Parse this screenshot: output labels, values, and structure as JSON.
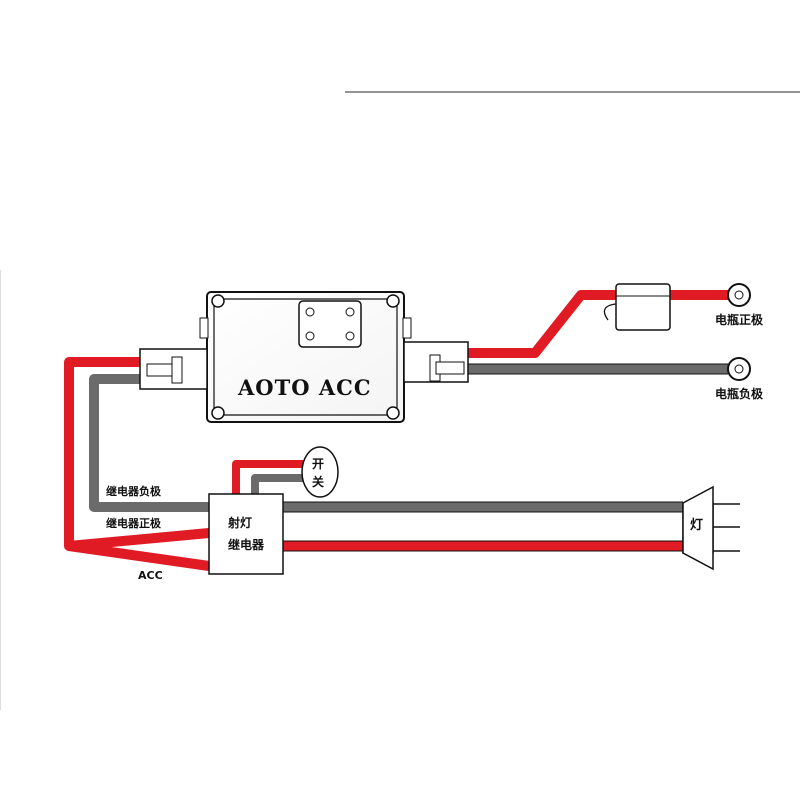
{
  "controller": {
    "label": "AOTO ACC"
  },
  "battery": {
    "positive_label": "电瓶正极",
    "negative_label": "电瓶负极"
  },
  "relay": {
    "line1": "射灯",
    "line2": "继电器"
  },
  "switch": {
    "line1": "开",
    "line2": "关"
  },
  "wires": {
    "relay_negative_label": "继电器负极",
    "relay_positive_label": "继电器正极",
    "acc_label": "ACC"
  },
  "lamp": {
    "label": "灯"
  },
  "colors": {
    "red_wire": "#e01b24",
    "grey_wire": "#6b6b6b",
    "outline": "#111111"
  }
}
